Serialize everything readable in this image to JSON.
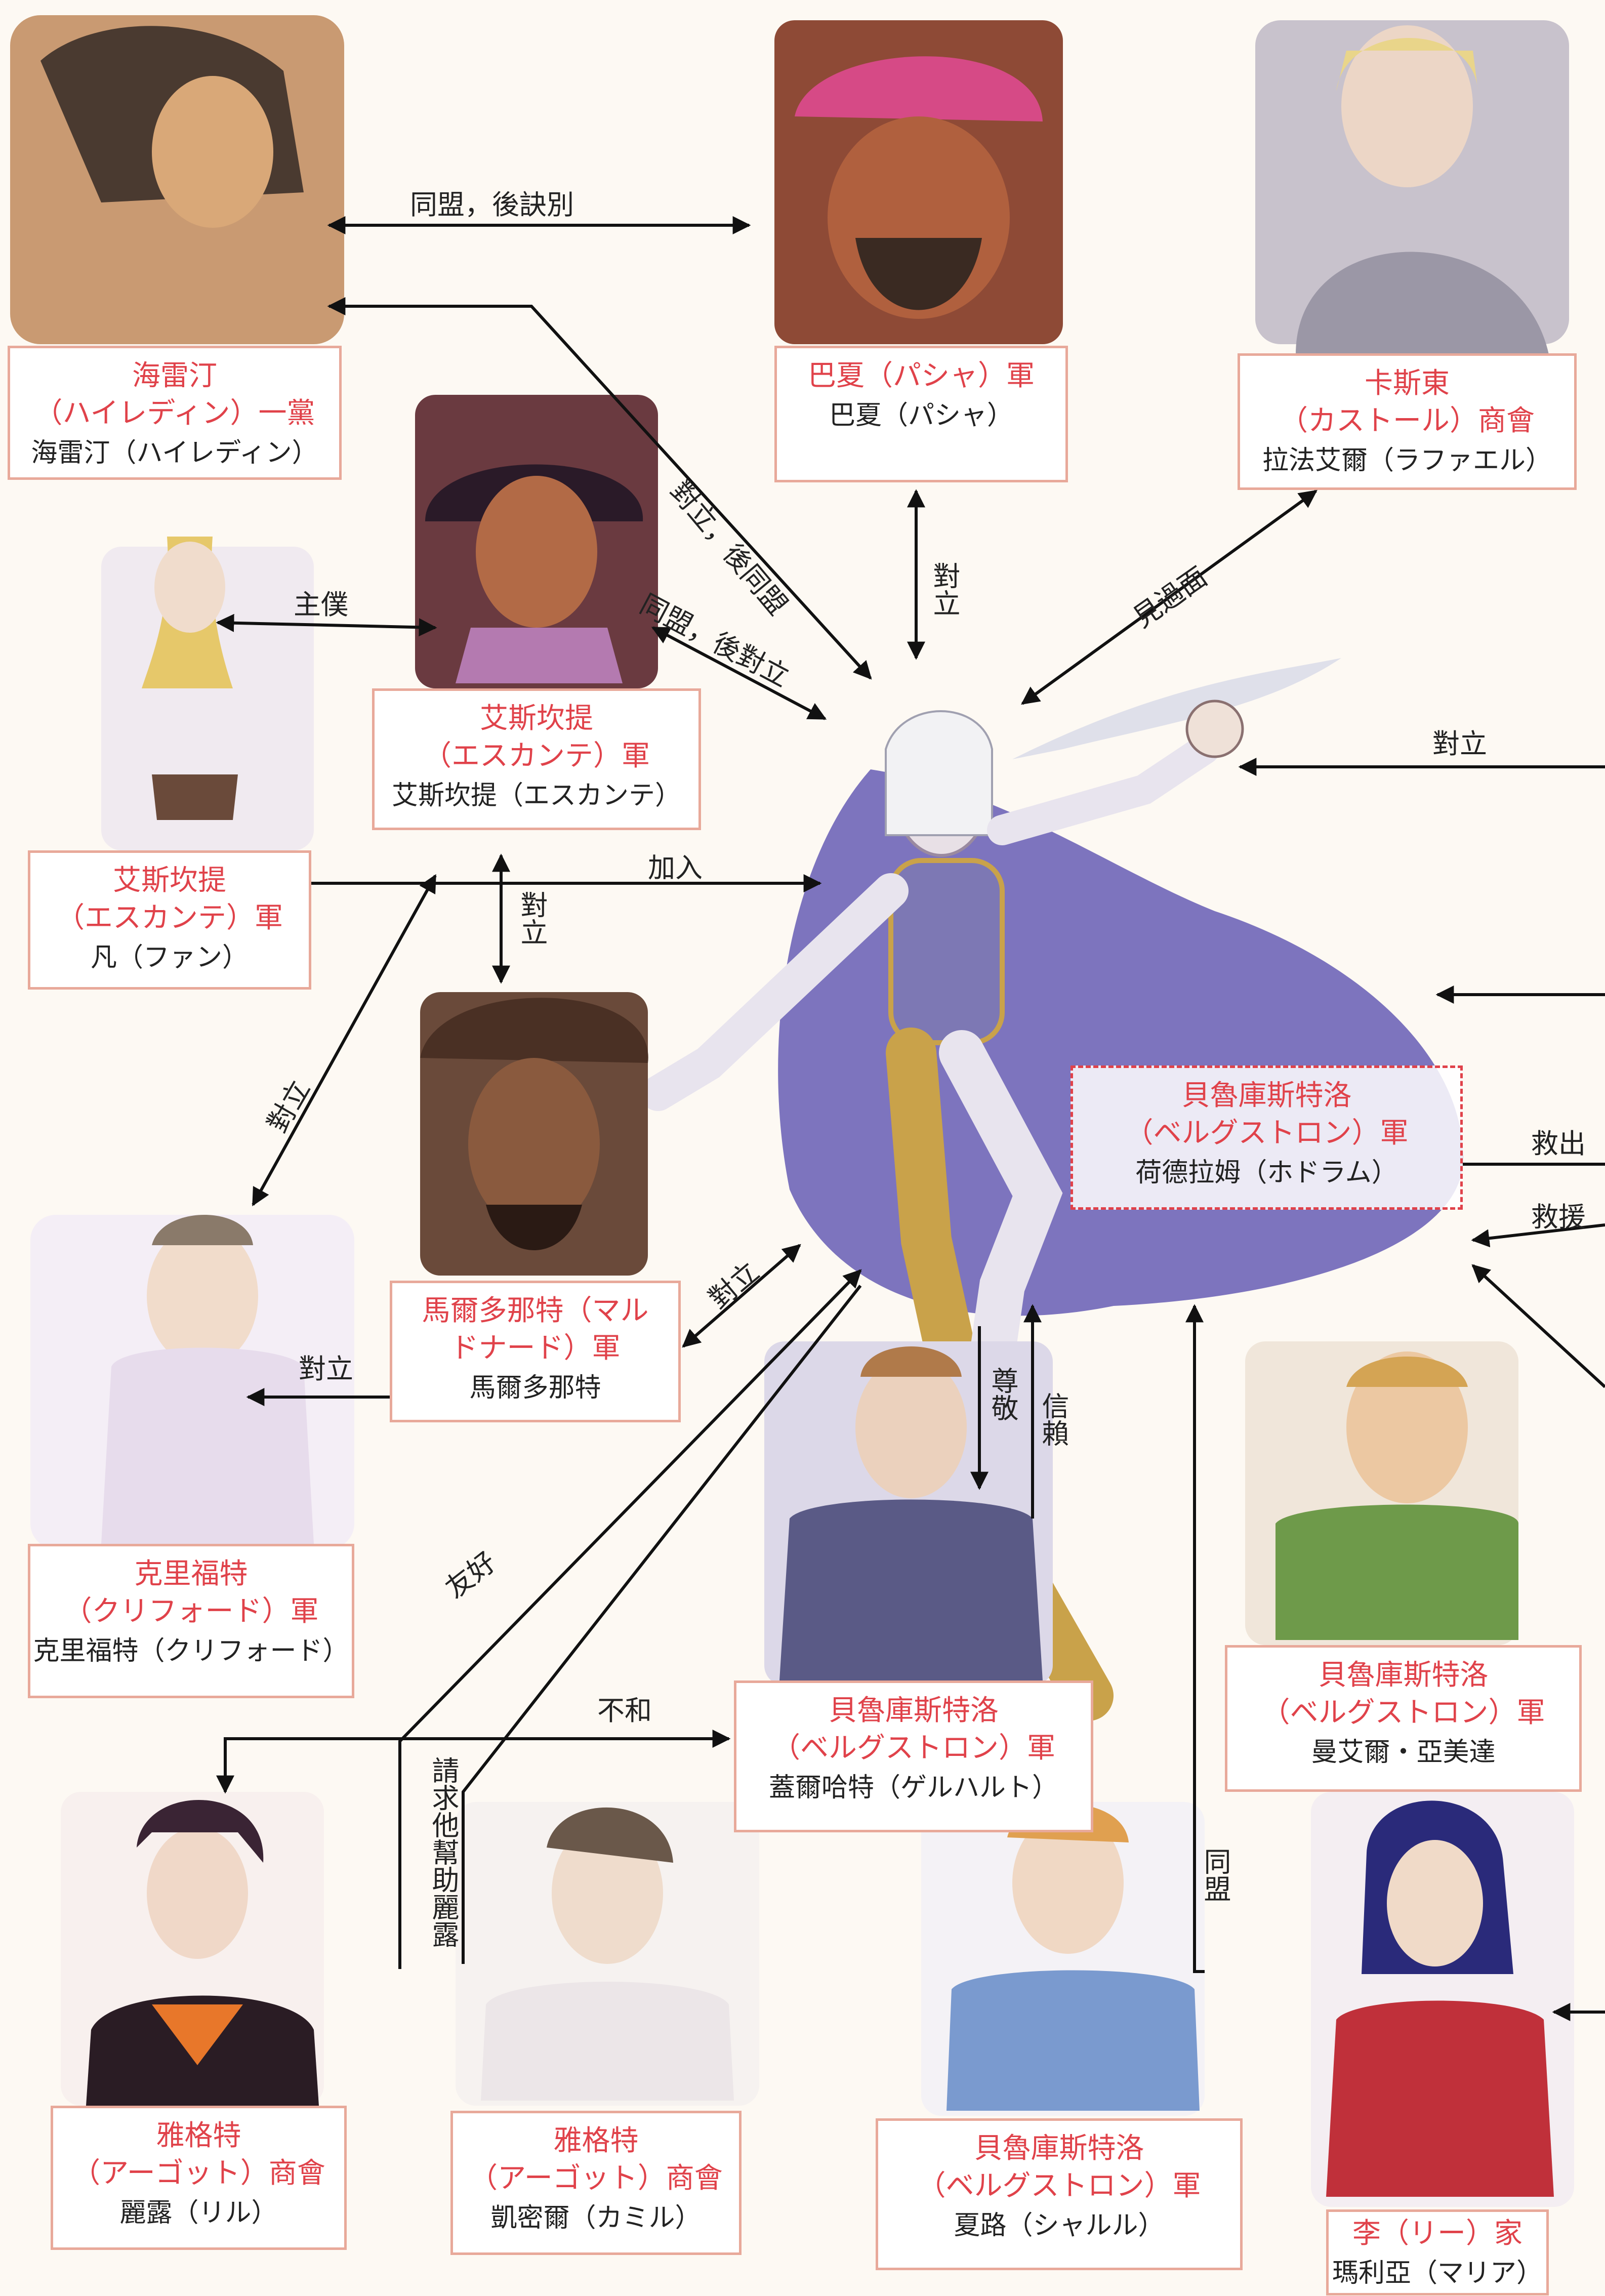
{
  "characters": [
    {
      "org": "海雷汀\n（ハイレディン）一黨",
      "person": "海雷汀（ハイレディン）"
    },
    {
      "org": "巴夏（パシャ）軍",
      "person": "巴夏（パシャ）"
    },
    {
      "org": "卡斯東\n（カストール）商會",
      "person": "拉法艾爾（ラファエル）"
    },
    {
      "org": "艾斯坎提\n（エスカンテ）軍",
      "person": "艾斯坎提（エスカンテ）"
    },
    {
      "org": "艾斯坎提\n（エスカンテ）軍",
      "person": "凡（ファン）"
    },
    {
      "org": "馬爾多那特（マル\nドナード）軍",
      "person": "馬爾多那特"
    },
    {
      "org": "貝魯庫斯特洛\n（ベルグストロン）軍",
      "person": "荷德拉姆（ホドラム）"
    },
    {
      "org": "克里福特\n（クリフォード）軍",
      "person": "克里福特（クリフォード）"
    },
    {
      "org": "貝魯庫斯特洛\n（ベルグストロン）軍",
      "person": "蓋爾哈特（ゲルハルト）"
    },
    {
      "org": "貝魯庫斯特洛\n（ベルグストロン）軍",
      "person": "曼艾爾・亞美達"
    },
    {
      "org": "雅格特\n（アーゴット）商會",
      "person": "麗露（リル）"
    },
    {
      "org": "雅格特\n（アーゴット）商會",
      "person": "凱密爾（カミル）"
    },
    {
      "org": "貝魯庫斯特洛\n（ベルグストロン）軍",
      "person": "夏路（シャルル）"
    },
    {
      "org": "李（リー）家",
      "person": "瑪利亞（マリア）"
    }
  ],
  "relations": [
    "同盟，後訣別",
    "對立，後同盟",
    "對立",
    "見過面",
    "主僕",
    "同盟，後對立",
    "對立",
    "加入",
    "對立",
    "對立",
    "救出",
    "救援",
    "對立",
    "對立",
    "友好",
    "尊敬",
    "信賴",
    "不和",
    "請求他幫助麗露",
    "同盟"
  ],
  "colors": {
    "org_text": "#e0424a",
    "box_border": "#e8a99a",
    "center_box_border": "#e0424a",
    "arrow": "#111111",
    "cape": "#6f65b8"
  }
}
